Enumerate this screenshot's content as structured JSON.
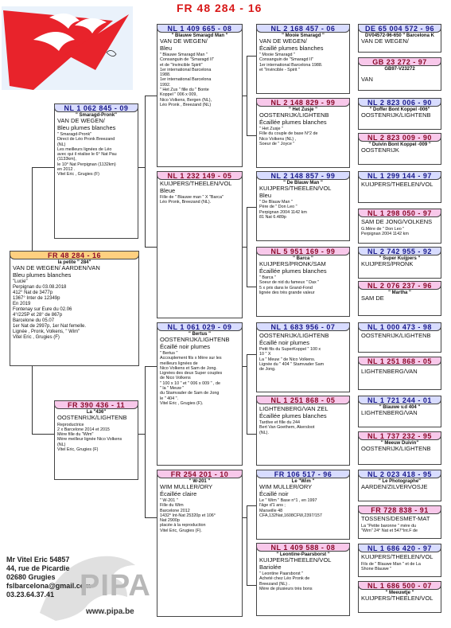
{
  "title": "FR  48 284  -  16",
  "subject": {
    "ring": "FR  48 284  -  16",
    "name": "la petite \" 284\"",
    "owner": "VAN DE WEGEN/ AARDEN/VAN",
    "color": "Bleu plumes blanches",
    "desc": "\"Lucie\"\nPerpignan du 03.08.2018\n412° Nat de 3477p\n1367° Inter de 12349p\n En  2019\nFontenay sur Eure du 02.06\n 4°/225P et 28° de 867p\nBarcelone du 05.07\n1er Nat de 2997p, 1er Nat femelle.\nLignée , Pronk, Volkens, \" Wim\"\nVitel Eric , Grugies (F)"
  },
  "sire": {
    "ring": "NL  1 062 845  -  09",
    "name": "\" Smaragd-Pronk\"",
    "owner": "VAN DE WEGEN/",
    "color": "Bleu plumes blanches",
    "desc": "\" Smaragd-Pronk\"\nDirect de Léo Pronk Breezand\n(NL)\nLes meilleurs lignées de  Léo\navec qui il réalise le 6° Nat Pau\n(1133km),\nle 10° Nat Perpignan (1132km)\nen 2012 .\nVitel Eric , Grugies (F)"
  },
  "dam": {
    "ring": "FR  390 436  -  11",
    "name": "La \"436\"",
    "owner": "OOSTENRIJK/LIGHTENB",
    "color": "",
    "desc": "Reproductrice\n2 x Barcelone 2014 et 2015\nMère fille du \"Wim\"\nMère meilleur lignée Nico Volkens\n(NL)\nVitel Eric, Grugies (F)"
  },
  "gp": [
    {
      "ring": "NL  1 409 665  -  08",
      "name": "\" Blauwe Smaragd Man \"",
      "owner": "VAN DE WEGEN/",
      "color": "Bleu",
      "desc": "\" Blauwe Smaragd Man \"\nConsanguin de \"Smaragd II\" \net de \"Invincible Spirit\"\n1er international Barcelona\n1988.\n1er international Barcelona\n1992.\n\" Het Zus \" fille du \" Bonte\nKoppel \" 006 x 009,\nNico Volkens, Bergen (NL),\nLéo Pronk , Breezand (NL)"
    },
    {
      "ring": "NL  1 232 149  -  05",
      "name": "",
      "owner": "KUIJPERS/THEELEN/VOL",
      "color": "Bleue",
      "desc": "Fille de \" Blauwe man \" X \"Barca\"\nLéo Pronk, Breezand (NL)."
    },
    {
      "ring": "NL  1 061 029  -  09",
      "name": "\" Bertus \"",
      "owner": "OOSTENRIJK/LIGHTENB",
      "color": "Écaillé noir plumes",
      "desc": "\" Bertus \"\nAccouplement fils x Mère sur les\nmeilleurs lignées de\nNico Volkens et Sam de Jong.\nLignées des deux Super couples\nde Nico Volkens\n\" 100 x 10 \" et \" 006 x 009 \" , de\n\" la \" Meuw \"\ndu  Stamvader de Sam de Jong\nle \" 404 \".\nVitel Eric , Grugies (F)."
    },
    {
      "ring": "FR  254 201  -  10",
      "name": "\" W-201 \"",
      "owner": "WIM MULLER/ORY",
      "color": "Écaillée claire",
      "desc": "\" W-201 \"\nFille du Wim\nBarcelone 2012\n1432° Int-Nat 25320p et 106°\nNat 2900p\nplacée à la reproduction\nVitel Eric, Grugies (F)."
    }
  ],
  "ggp": [
    {
      "ring": "NL  2 168 457  -  06",
      "name": "\" Mooie Smaragd \"",
      "owner": "VAN DE WEGEN/",
      "color": "Écaillé plumes blanches",
      "desc": "\" Mooie Smaragd \"\nConsanguin de \"Smaragd II\"\n1er international Barcelona 1988.\net \"Invincible - Spirit \""
    },
    {
      "ring": "NL  2 148 829  -  99",
      "name": "\" Het Zusje \"",
      "owner": "OOSTENRIJK/LIGHTENB",
      "color": "Écaillée plumes blanches",
      "desc": "\" Het Zusje \"\nFille du couple de base N°2 de\nNico Volkens (NL) ,\nSoeur de \" Joyce \""
    },
    {
      "ring": "NL  2 148 857  -  99",
      "name": "\" De Blauw Man \"",
      "owner": "KUIJPERS/THEELEN/VOL",
      "color": "Bleu",
      "desc": "\" De Blauw Man \"\nPère de \" Don Leo \"\nPerpignan 2004 1142 km\n81 Nat 6.489p"
    },
    {
      "ring": "NL  5 951 169  -  99",
      "name": "\" Barca \"",
      "owner": "KUIJPERS/PRONK/SAM",
      "color": "Écaillée plumes blanches",
      "desc": "\" Barca \"\nSoeur de nid du fameux \" Dax \"\n5 x prix dans le Grand-Fond\nlignée des  très grande valeur"
    },
    {
      "ring": "NL  1 683 956  -  07",
      "name": "",
      "owner": "OOSTENRIJK/LIGHTENB",
      "color": "Écaillé noir plumes",
      "desc": "Petit fils du SuperKoppel \" 100 x\n10 \" X\nLa \" Meuw \" de Nico Volkens.\nLignée du \" 404 \" Stamvader Sam\nde Jong."
    },
    {
      "ring": "NL  1 251 868  -  05",
      "name": "",
      "owner": "LIGHTENBERG/VAN ZEL",
      "color": "Écaillée plumes blanches",
      "desc": "Tardive et fille du 244\nBert Van Goethem, Akersloot\n(NL)."
    },
    {
      "ring": "FR  106 517  -  96",
      "name": "Le \"Wim \"",
      "owner": "WIM MULLER/ORY",
      "color": "Écaillé noir",
      "desc": "Le \" Wim \" Base n°1 , en 1997\nl'âge d'1 ans ;\nMarseille 48\nCFA,132Nat,1608CFW,2397/157"
    },
    {
      "ring": "NL  1 409 588  -  08",
      "name": "\" Leontine-Paarsborst \"",
      "owner": "KUIJPERS/THEELEN/VOL",
      "color": "Bariolée",
      "desc": "\" Leontine Paarsborst \"\nAcheté chez Léo Pronk de\nBreezand (NL) .\nMère de plusieurs très bons"
    }
  ],
  "g3": [
    {
      "ring": "DE  65 004 572  -  96",
      "name": "DV04572-96-650 \" Barcelona K",
      "owner": "VAN DE WEGEN/",
      "color": ""
    },
    {
      "ring": "GB  23 272  -  97",
      "name": "GB97-V23272",
      "owner": "VAN",
      "color": ""
    },
    {
      "ring": "NL  2 823 006  -  90",
      "name": "\" Doffer Bont Koppel -006\"",
      "owner": "OOSTENRIJK/LIGHTENB",
      "color": ""
    },
    {
      "ring": "NL  2 823 009  -  90",
      "name": "\" Duivin Bont Koppel -009 \"",
      "owner": "OOSTENRIJK",
      "color": ""
    },
    {
      "ring": "NL  1 299 144  -  97",
      "name": "",
      "owner": "KUIJPERS/THEELEN/VOL",
      "color": ""
    },
    {
      "ring": "NL  1 298 050  -  97",
      "name": "",
      "owner": "SAM DE JONG/VOLKENS",
      "color": "G.Mère de \" Don Leo \"\nPerpignan 2004 1142 km"
    },
    {
      "ring": "NL  2 742 955  -  92",
      "name": "\" Super Kuijpers \"",
      "owner": "KUIJPERS/PRONK",
      "color": ""
    },
    {
      "ring": "NL  2 076 237  -  96",
      "name": "\" Martha \"",
      "owner": "SAM DE",
      "color": ""
    },
    {
      "ring": "NL  1 000 473  -  98",
      "name": "",
      "owner": "OOSTENRIJK/LIGHTENB",
      "color": ""
    },
    {
      "ring": "NL  1 251 868  -  05",
      "name": "",
      "owner": "LIGHTENBERG/VAN",
      "color": ""
    },
    {
      "ring": "NL  1 721 244  -  01",
      "name": "\" Blauwe v.d 404 \"",
      "owner": "LIGHTENBERG/VAN",
      "color": ""
    },
    {
      "ring": "NL  1 737 232  -  95",
      "name": "\" Meeuw Duivin\"",
      "owner": "OOSTENRIJK/LIGHTENB",
      "color": ""
    },
    {
      "ring": "NL  2 023 418  -  95",
      "name": "\" Le Photographe\"",
      "owner": "AARDEN/ZILVERVOSJE",
      "color": ""
    },
    {
      "ring": "FR  728 838  -  91",
      "name": "",
      "owner": "TOSSENS/DESMET-MAT",
      "color": "La \"Petite baronne \" mère du\n\"Wim\" 24° Nat et 547°Int.F de"
    },
    {
      "ring": "NL  1 686 420  -  97",
      "name": "",
      "owner": "KUIJPERS/THEELEN/VOL",
      "color": "Fils de \" Blauwe Man \" et de La\nShone Blauwe \""
    },
    {
      "ring": "NL  1 686 500  -  07",
      "name": "\" Meeuwtje \"",
      "owner": "KUIJPERS/THEELEN/VOL",
      "color": ""
    }
  ],
  "footer": {
    "line1": "Mr Vitel Eric   54857",
    "line2": "44, rue de Picardie",
    "line3": "02680 Grugies",
    "line4": "fslbarcelona@gmail.com",
    "line5": "03.23.64.37.41",
    "brand": "PIPA",
    "site": "www.pipa.be"
  },
  "colors": {
    "blue_ring": "#d8dcff",
    "pink_ring": "#f8c8ea",
    "orange_ring": "#ffd080",
    "title": "#d81818"
  }
}
